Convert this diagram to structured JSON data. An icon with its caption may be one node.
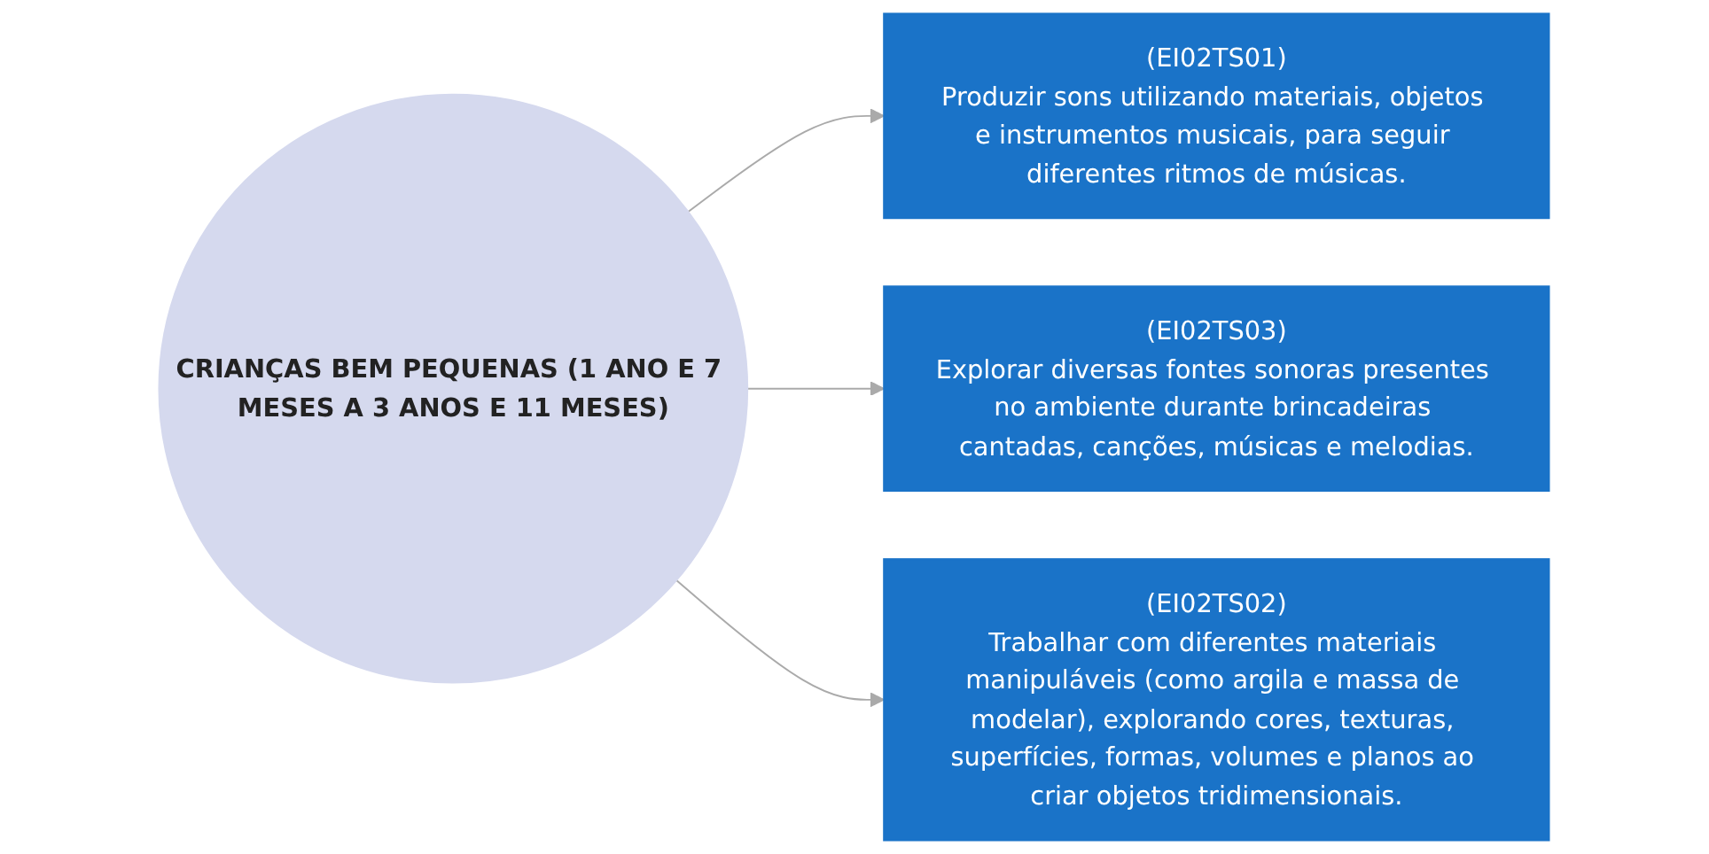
{
  "diagram": {
    "nodes": [
      {
        "text": [
          "(EI02TS01)",
          "Produzir sons utilizando materiais, objetos e instrumentos musicais, para seguir diferentes ritmos de músicas."
        ]
      },
      {
        "text": [
          "CRIANÇAS BEM PEQUENAS (1 ANO E 7 MESES A 3 ANOS E 11 MESES)"
        ]
      },
      {
        "text": [
          "(EI02TS03)",
          "Explorar diversas fontes sonoras presentes no ambiente durante brincadeiras cantadas, canções, músicas e melodias."
        ]
      },
      {
        "text": [
          "(EI02TS02)",
          "Trabalhar com diferentes materiais manipuláveis (como argila e massa de modelar), explorando cores, texturas, superfícies, formas, volumes e planos ao criar objetos tridimensionais."
        ]
      }
    ],
    "edges": [
      {
        "from": 1,
        "to": 0,
        "arrow": "to"
      },
      {
        "from": 1,
        "to": 2,
        "arrow": "to"
      },
      {
        "from": 1,
        "to": 3,
        "arrow": "to"
      }
    ]
  }
}
